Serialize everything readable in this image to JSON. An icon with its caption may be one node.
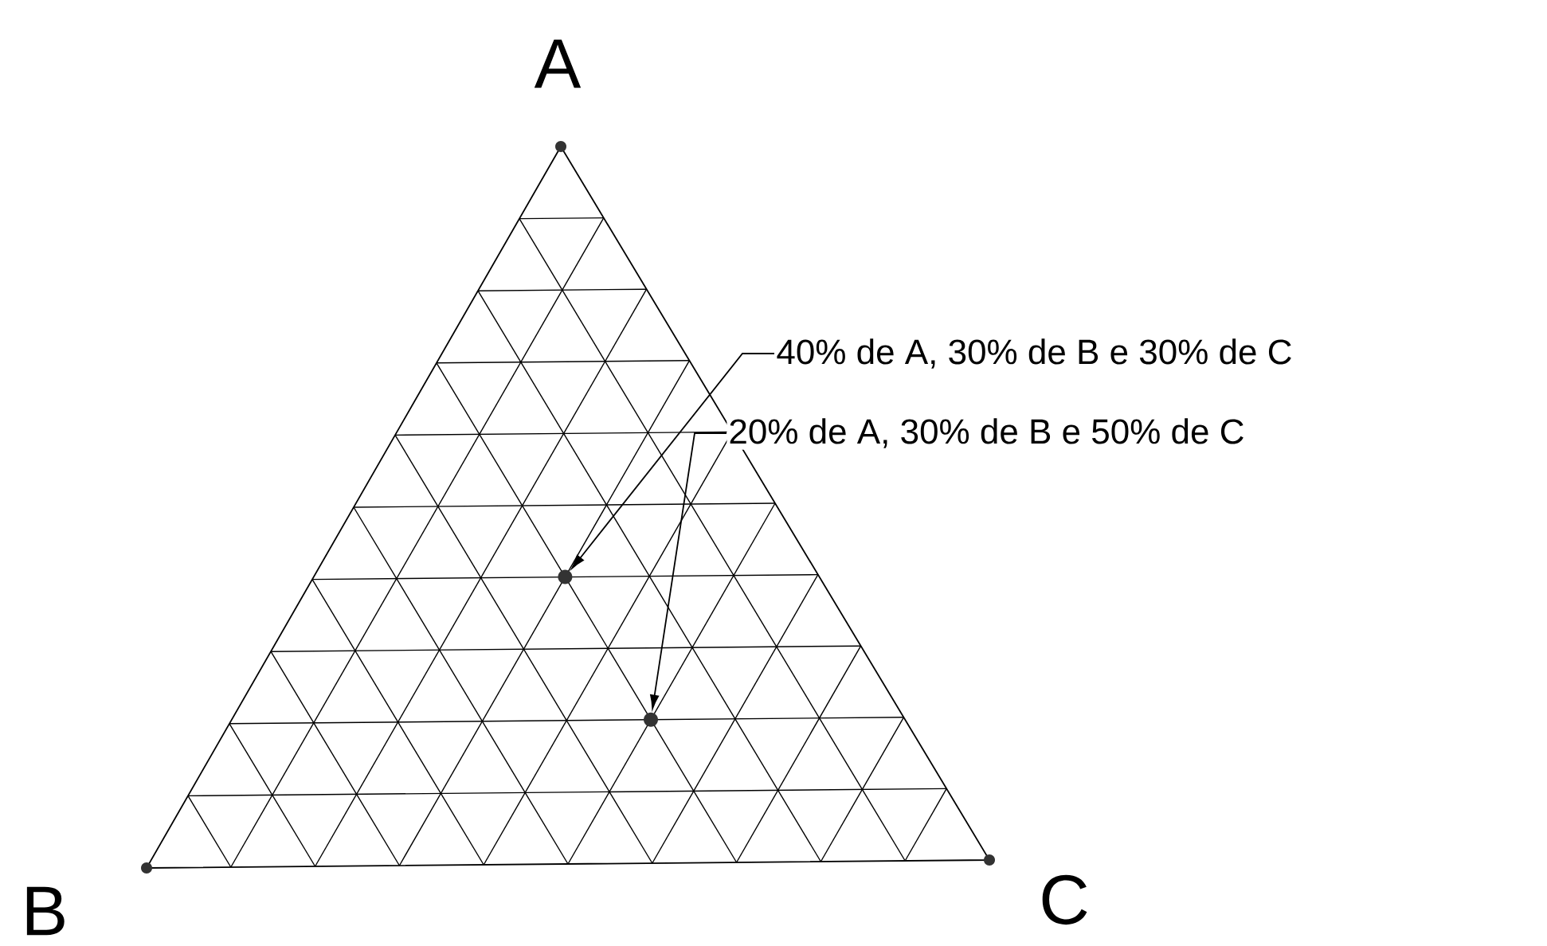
{
  "diagram": {
    "nodes": [
      {
        "text": [
          "40% de A, 30% de B e 30% de C"
        ]
      },
      {
        "text": [],
        "shape": "circle"
      },
      {
        "text": [
          "20% de A, 30% de B e 50% de C"
        ]
      },
      {
        "text": [],
        "shape": "circle"
      }
    ],
    "edges": [
      {
        "from": 0,
        "to": 1,
        "arrow": "to"
      },
      {
        "from": 2,
        "to": 3,
        "arrow": "to"
      }
    ],
    "labels": [
      "A",
      "B",
      "C"
    ]
  }
}
